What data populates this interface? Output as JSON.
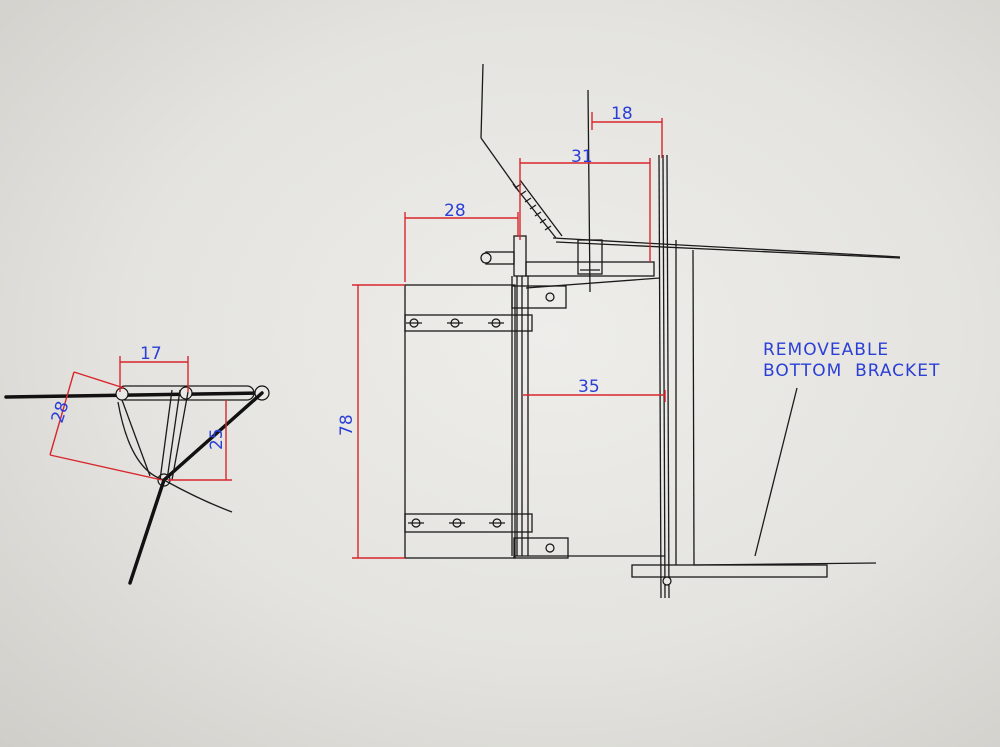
{
  "colors": {
    "background": "#e6e5e1",
    "dimension_line": "#d8262c",
    "dimension_text": "#2a3fd6",
    "drawing_line": "#1a1a1a"
  },
  "dimensions": {
    "top_gap": "18",
    "arm_width": "31",
    "left_offset": "28",
    "bracket_depth": "35",
    "plate_height": "78",
    "pivot_spacing": "17",
    "link_length": "28",
    "link_drop": "25"
  },
  "annotation": {
    "line1": "REMOVEABLE",
    "line2": "BOTTOM  BRACKET"
  }
}
